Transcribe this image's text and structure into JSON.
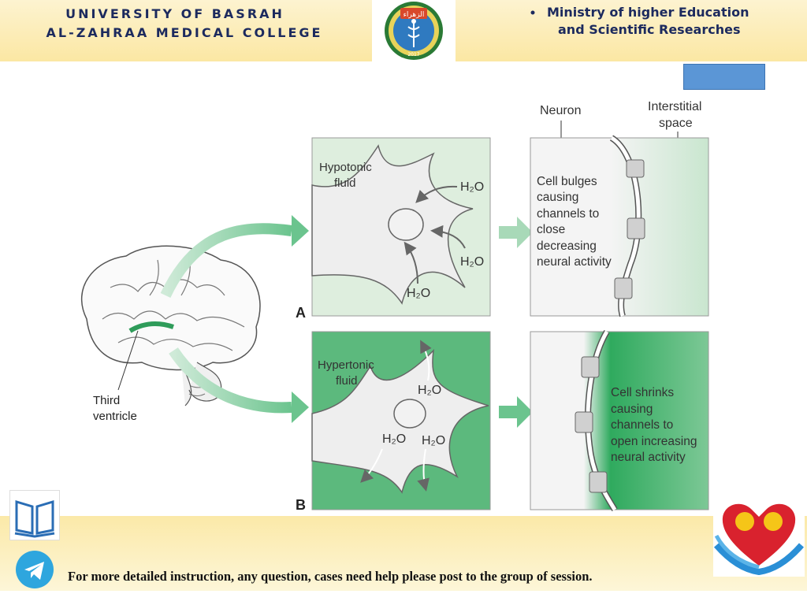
{
  "header": {
    "university_line1": "UNIVERSITY OF BASRAH",
    "university_line2": "AL-ZAHRAA MEDICAL COLLEGE",
    "ministry_line1": "Ministry of higher Education",
    "ministry_line2": "and Scientific Researches",
    "logo_text": "الزهراء",
    "logo_year": "2017"
  },
  "figure": {
    "label_neuron": "Neuron",
    "label_interstitial_1": "Interstitial",
    "label_interstitial_2": "space",
    "panel_a": {
      "letter": "A",
      "fluid_1": "Hypotonic",
      "fluid_2": "fluid",
      "water": "H₂O",
      "desc": [
        "Cell bulges",
        "causing",
        "channels to",
        "close",
        "decreasing",
        "neural activity"
      ]
    },
    "panel_b": {
      "letter": "B",
      "fluid_1": "Hypertonic",
      "fluid_2": "fluid",
      "water": "H₂O",
      "desc": [
        "Cell shrinks",
        "causing",
        "channels to",
        "open increasing",
        "neural activity"
      ]
    },
    "brain_label_1": "Third",
    "brain_label_2": "ventricle"
  },
  "footer": {
    "text": "For more detailed instruction, any question, cases need help please post to the group of session."
  },
  "colors": {
    "header_bg": "#fbe7a3",
    "header_text": "#1c2a5e",
    "panel_a_bg": "#deeede",
    "panel_b_bg": "#5cb97d",
    "arrow_green": "#6bc48e"
  }
}
